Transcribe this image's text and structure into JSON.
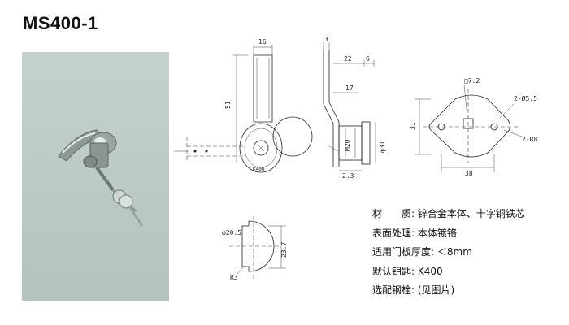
{
  "title": "MS400-1",
  "dimensions": {
    "front_width": "16",
    "front_height": "51",
    "side_plate": "3",
    "side_length": "22",
    "side_tab": "6",
    "side_depth": "17",
    "side_diameter": "φ31",
    "side_m": "M20",
    "side_gap": "2.3",
    "cam_square": "□7.2",
    "cam_hole": "2-Ø5.5",
    "cam_radius": "2-R8",
    "cam_height": "31",
    "cam_length": "38",
    "cut_diameter": "φ20.5",
    "cut_height": "23.7",
    "cut_radius": "R3"
  },
  "specs": [
    {
      "label": "材　　质:",
      "value": "锌合金本体、十字铜铁芯"
    },
    {
      "label": "表面处理:",
      "value": "本体镀铬"
    },
    {
      "label": "适用门板厚度:",
      "value": "＜8mm"
    },
    {
      "label": "默认钥匙:",
      "value": "K400"
    },
    {
      "label": "选配钢栓:",
      "value": "(见图片)"
    }
  ]
}
